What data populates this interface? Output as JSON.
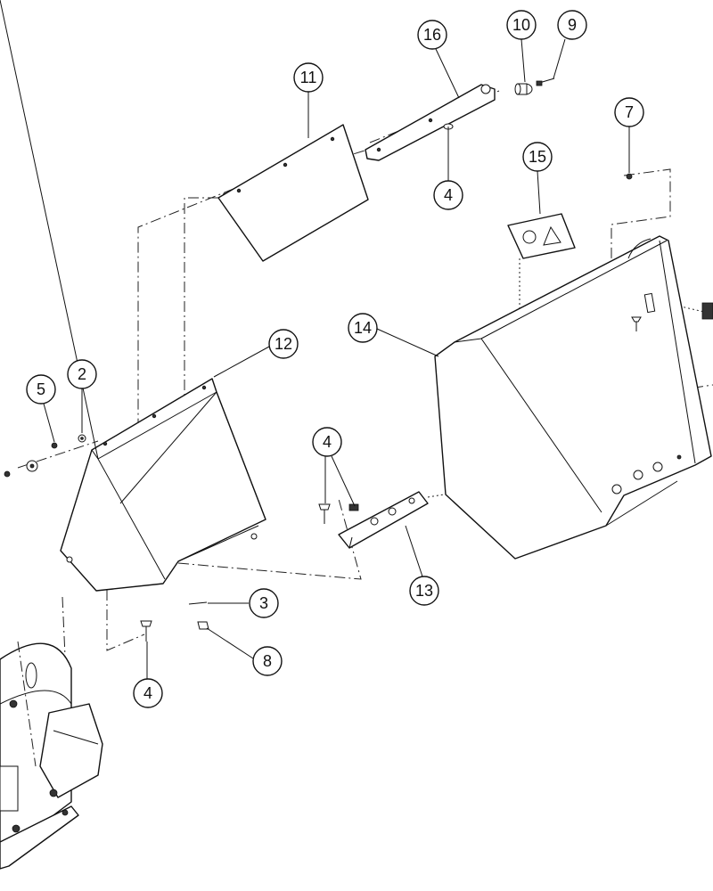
{
  "diagram": {
    "type": "exploded-parts-view",
    "callouts": [
      {
        "id": "c1",
        "label": "11"
      },
      {
        "id": "c2",
        "label": "16"
      },
      {
        "id": "c3",
        "label": "10"
      },
      {
        "id": "c4",
        "label": "9"
      },
      {
        "id": "c5",
        "label": "7"
      },
      {
        "id": "c6",
        "label": "15"
      },
      {
        "id": "c7",
        "label": "4"
      },
      {
        "id": "c8",
        "label": "14"
      },
      {
        "id": "c9",
        "label": "12"
      },
      {
        "id": "c10",
        "label": "2"
      },
      {
        "id": "c11",
        "label": "5"
      },
      {
        "id": "c12",
        "label": "4"
      },
      {
        "id": "c13",
        "label": "13"
      },
      {
        "id": "c14",
        "label": "3"
      },
      {
        "id": "c15",
        "label": "8"
      },
      {
        "id": "c16",
        "label": "4"
      }
    ]
  }
}
